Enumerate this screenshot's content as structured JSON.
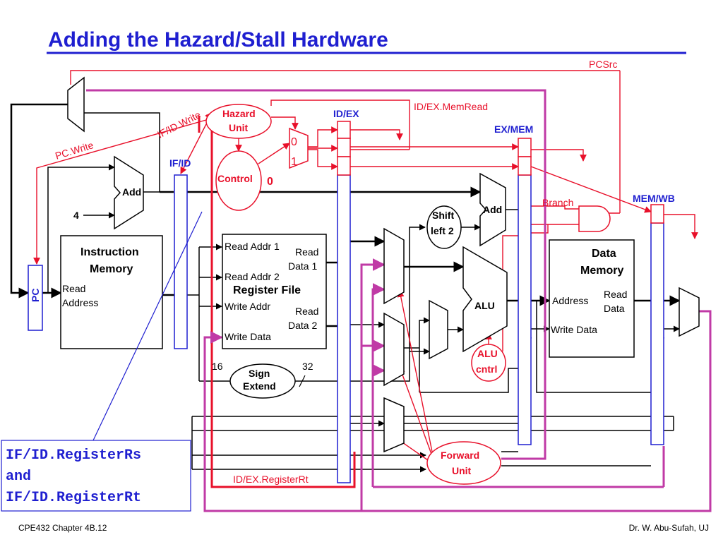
{
  "title": "Adding the Hazard/Stall Hardware",
  "signals": {
    "pcsrc": "PCSrc",
    "idex_memread": "ID/EX.MemRead",
    "if_id_write": "IF/ID.Write",
    "pc_write": "PC.Write",
    "branch": "Branch",
    "idex_registerrt": "ID/EX.RegisterRt"
  },
  "pipeline_registers": {
    "if_id": "IF/ID",
    "id_ex": "ID/EX",
    "ex_mem": "EX/MEM",
    "mem_wb": "MEM/WB"
  },
  "units": {
    "hazard_unit": [
      "Hazard",
      "Unit"
    ],
    "control": "Control",
    "forward_unit": [
      "Forward",
      "Unit"
    ],
    "alu_control": [
      "ALU",
      "cntrl"
    ],
    "shift_left": [
      "Shift",
      "left 2"
    ],
    "sign_extend": [
      "Sign",
      "Extend"
    ],
    "alu": "ALU",
    "add_top": "Add",
    "add_branch": "Add",
    "pc": "PC",
    "constant_four": "4"
  },
  "stall_mux": {
    "input_0": "0",
    "input_1": "1",
    "constant_zero": "0"
  },
  "instruction_memory": {
    "title": [
      "Instruction",
      "Memory"
    ],
    "port": [
      "Read",
      "Address"
    ]
  },
  "register_file": {
    "title": "Register File",
    "read_addr_1": "Read Addr 1",
    "read_addr_2": "Read Addr 2",
    "write_addr": "Write Addr",
    "write_data": "Write Data",
    "read_data_1": [
      "Read",
      "Data 1"
    ],
    "read_data_2": [
      "Read",
      "Data 2"
    ]
  },
  "data_memory": {
    "title": [
      "Data",
      "Memory"
    ],
    "address": "Address",
    "read_data": [
      "Read",
      "Data"
    ],
    "write_data": "Write Data"
  },
  "bus_widths": {
    "in": "16",
    "out": "32"
  },
  "callout": [
    "IF/ID.RegisterRs",
    "and",
    "IF/ID.RegisterRt"
  ],
  "footer": {
    "left": "CPE432  Chapter 4B.12",
    "right": "Dr. W. Abu-Sufah, UJ"
  },
  "colors": {
    "title": "#1f1fd0",
    "hazard_red": "#e8102a",
    "forward_magenta": "#c03aa6",
    "pipeline_blue": "#1f1fd0"
  }
}
